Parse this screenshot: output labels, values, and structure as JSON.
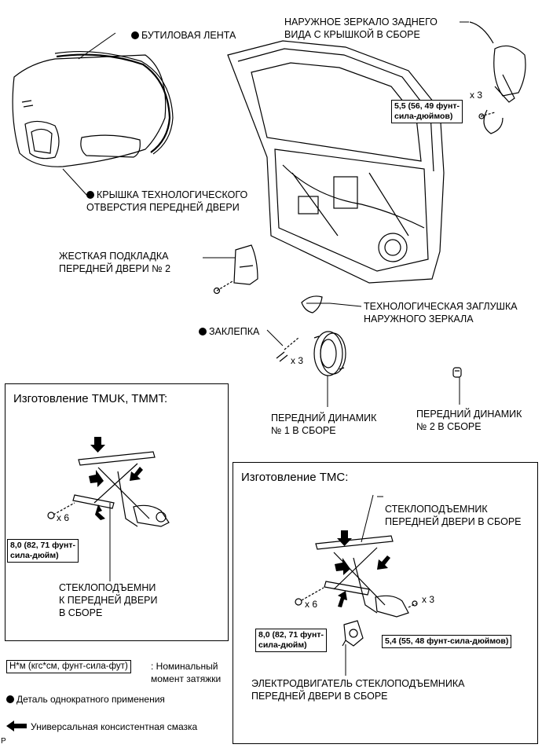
{
  "labels": {
    "butyl_tape": "БУТИЛОВАЯ ЛЕНТА",
    "mirror": "НАРУЖНОЕ ЗЕРКАЛО ЗАДНЕГО\nВИДА С КРЫШКОЙ В СБОРЕ",
    "service_hole_cover": "КРЫШКА ТЕХНОЛОГИЧЕСКОГО\nОТВЕРСТИЯ ПЕРЕДНЕЙ ДВЕРИ",
    "stiffener": "ЖЕСТКАЯ ПОДКЛАДКА\nПЕРЕДНЕЙ ДВЕРИ № 2",
    "mirror_hole_cover": "ТЕХНОЛОГИЧЕСКАЯ ЗАГЛУШКА\nНАРУЖНОГО ЗЕРКАЛА",
    "rivet": "ЗАКЛЕПКА",
    "speaker1": "ПЕРЕДНИЙ ДИНАМИК\n№ 1 В СБОРЕ",
    "speaker2": "ПЕРЕДНИЙ ДИНАМИК\n№ 2 В СБОРЕ",
    "regulator_tmc": "СТЕКЛОПОДЪЕМНИК\nПЕРЕДНЕЙ ДВЕРИ В СБОРЕ",
    "regulator_tmuk": "СТЕКЛОПОДЪЕМНИ\nК ПЕРЕДНЕЙ ДВЕРИ\nВ СБОРЕ",
    "motor": "ЭЛЕКТРОДВИГАТЕЛЬ СТЕКЛОПОДЪЕМНИКА\nПЕРЕДНЕЙ ДВЕРИ В СБОРЕ"
  },
  "multipliers": {
    "mirror_bolts": "x 3",
    "rivets": "x 3",
    "tmuk_bolts": "x 6",
    "tmc_bolts": "x 6",
    "tmc_nuts": "x 3"
  },
  "torques": {
    "mirror": "5,5 (56, 49 фунт-\nсила-дюймов)",
    "tmuk": "8,0 (82, 71 фунт-\nсила-дюйм)",
    "tmc_bolts": "8,0 (82, 71 фунт-\nсила-дюйм)",
    "tmc_nuts": "5,4 (55, 48 фунт-сила-дюймов)"
  },
  "panels": {
    "tmuk_title": "Изготовление TMUK, TMMT:",
    "tmc_title": "Изготовление TMC:"
  },
  "legend": {
    "torque_key": "Н*м (кгс*см, фунт-сила-фут)",
    "torque_desc": ": Номинальный\nмомент затяжки",
    "non_reusable": "Деталь однократного применения",
    "grease": "Универсальная консистентная смазка"
  },
  "corner_mark": "P"
}
